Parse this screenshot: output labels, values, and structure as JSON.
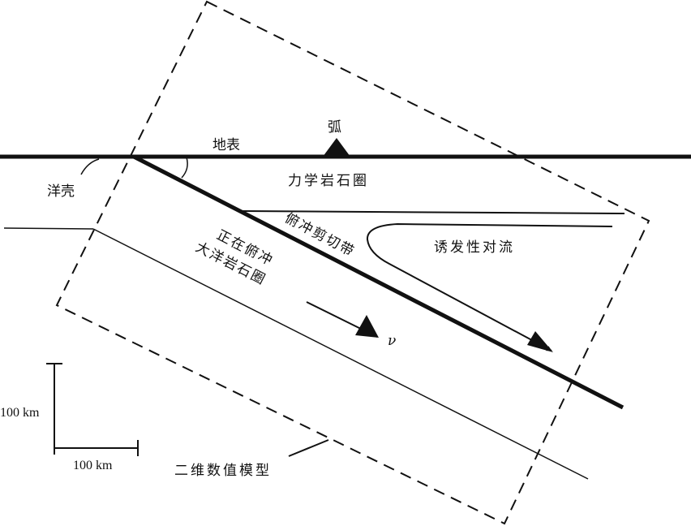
{
  "labels": {
    "surface": "地表",
    "arc": "弧",
    "ocean_crust": "洋壳",
    "mechanical_lithosphere": "力学岩石圈",
    "subduction_shear_zone": "俯冲剪切带",
    "subducting_line1": "正在俯冲",
    "subducting_line2": "大洋岩石圈",
    "induced_convection": "诱发性对流",
    "velocity": "ν",
    "model_2d": "二维数值模型"
  },
  "scale": {
    "vertical": "100 km",
    "horizontal": "100 km"
  }
}
